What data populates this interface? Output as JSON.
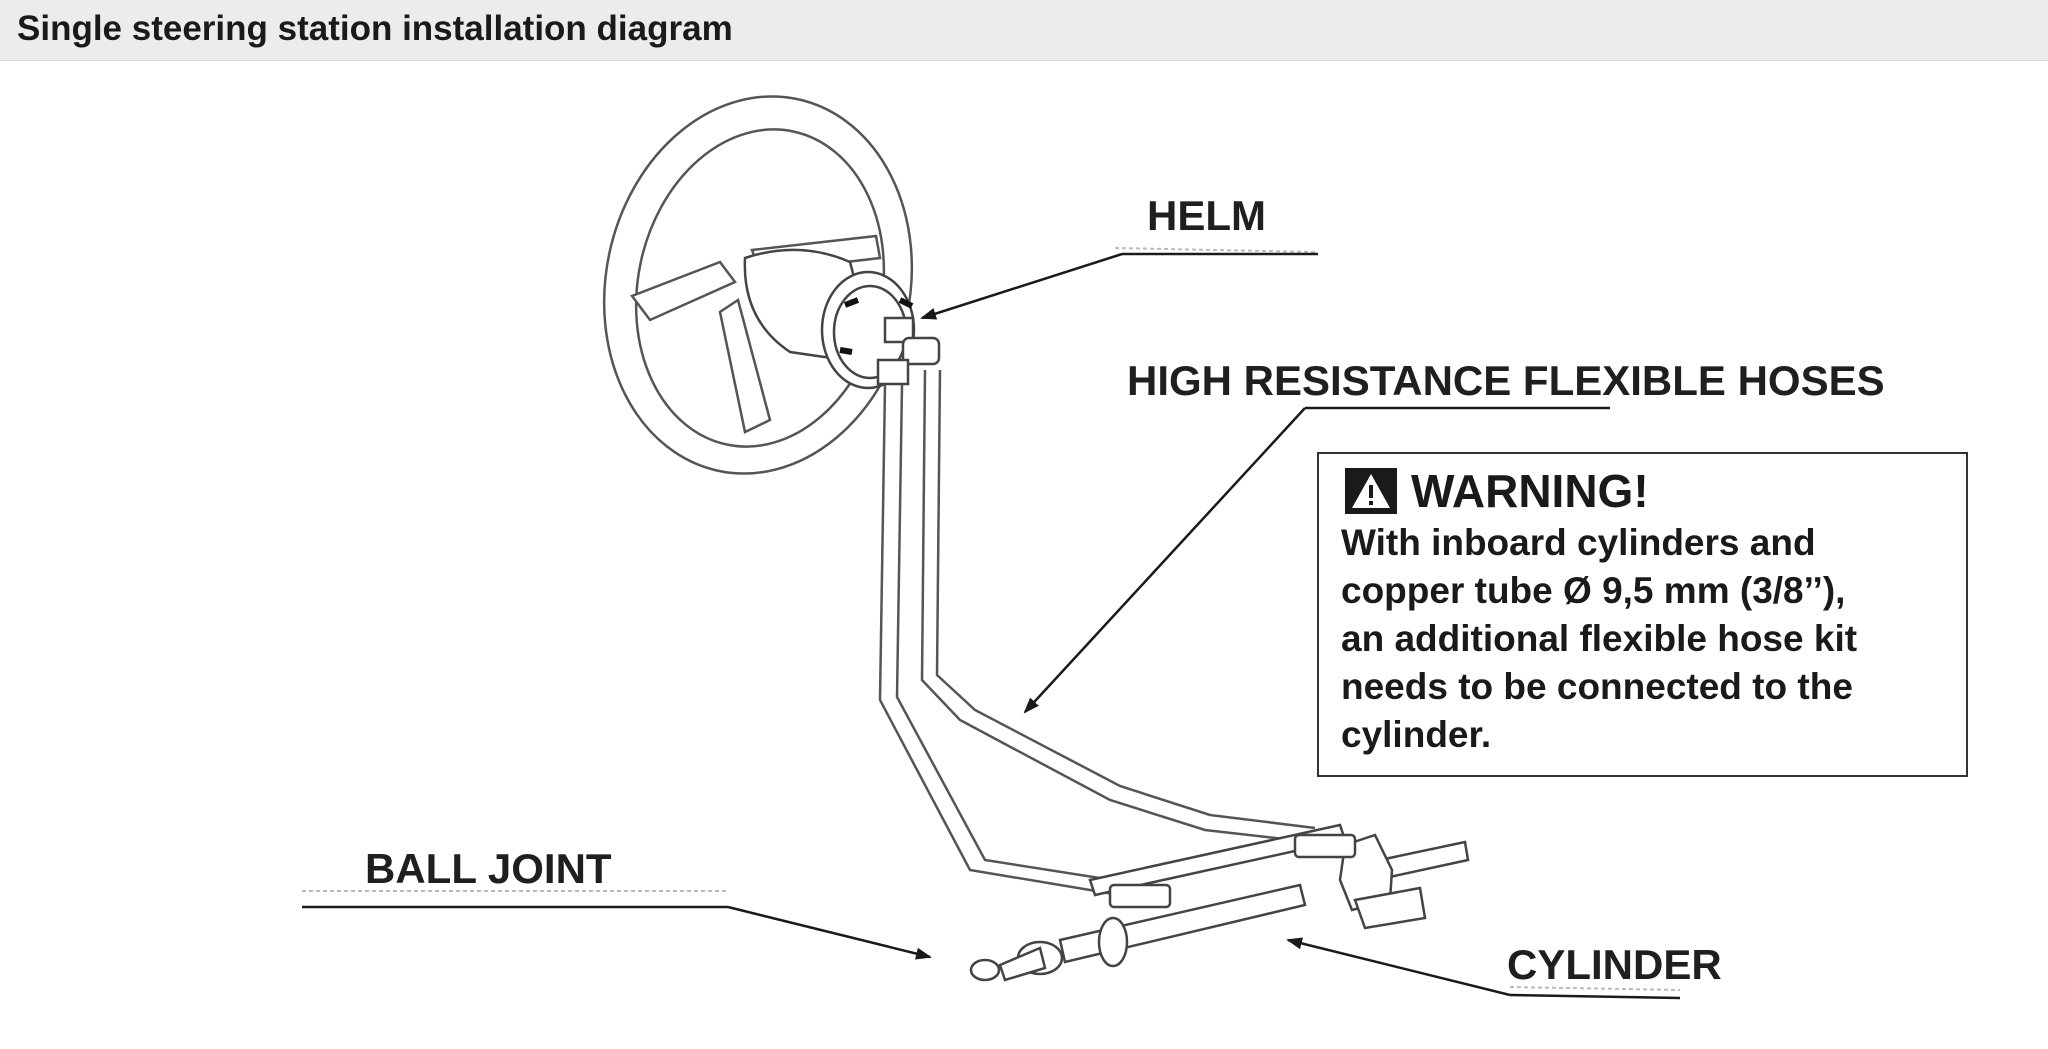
{
  "title": "Single steering station installation diagram",
  "labels": {
    "helm": "HELM",
    "hoses": "HIGH RESISTANCE FLEXIBLE HOSES",
    "ball_joint": "BALL  JOINT",
    "cylinder": "CYLINDER"
  },
  "warning": {
    "icon": "warning-triangle-icon",
    "title": "WARNING!",
    "lines": [
      "With inboard cylinders and",
      "copper tube Ø 9,5 mm (3/8’’),",
      "an additional flexible hose kit",
      "needs to be connected to the",
      "cylinder."
    ]
  }
}
